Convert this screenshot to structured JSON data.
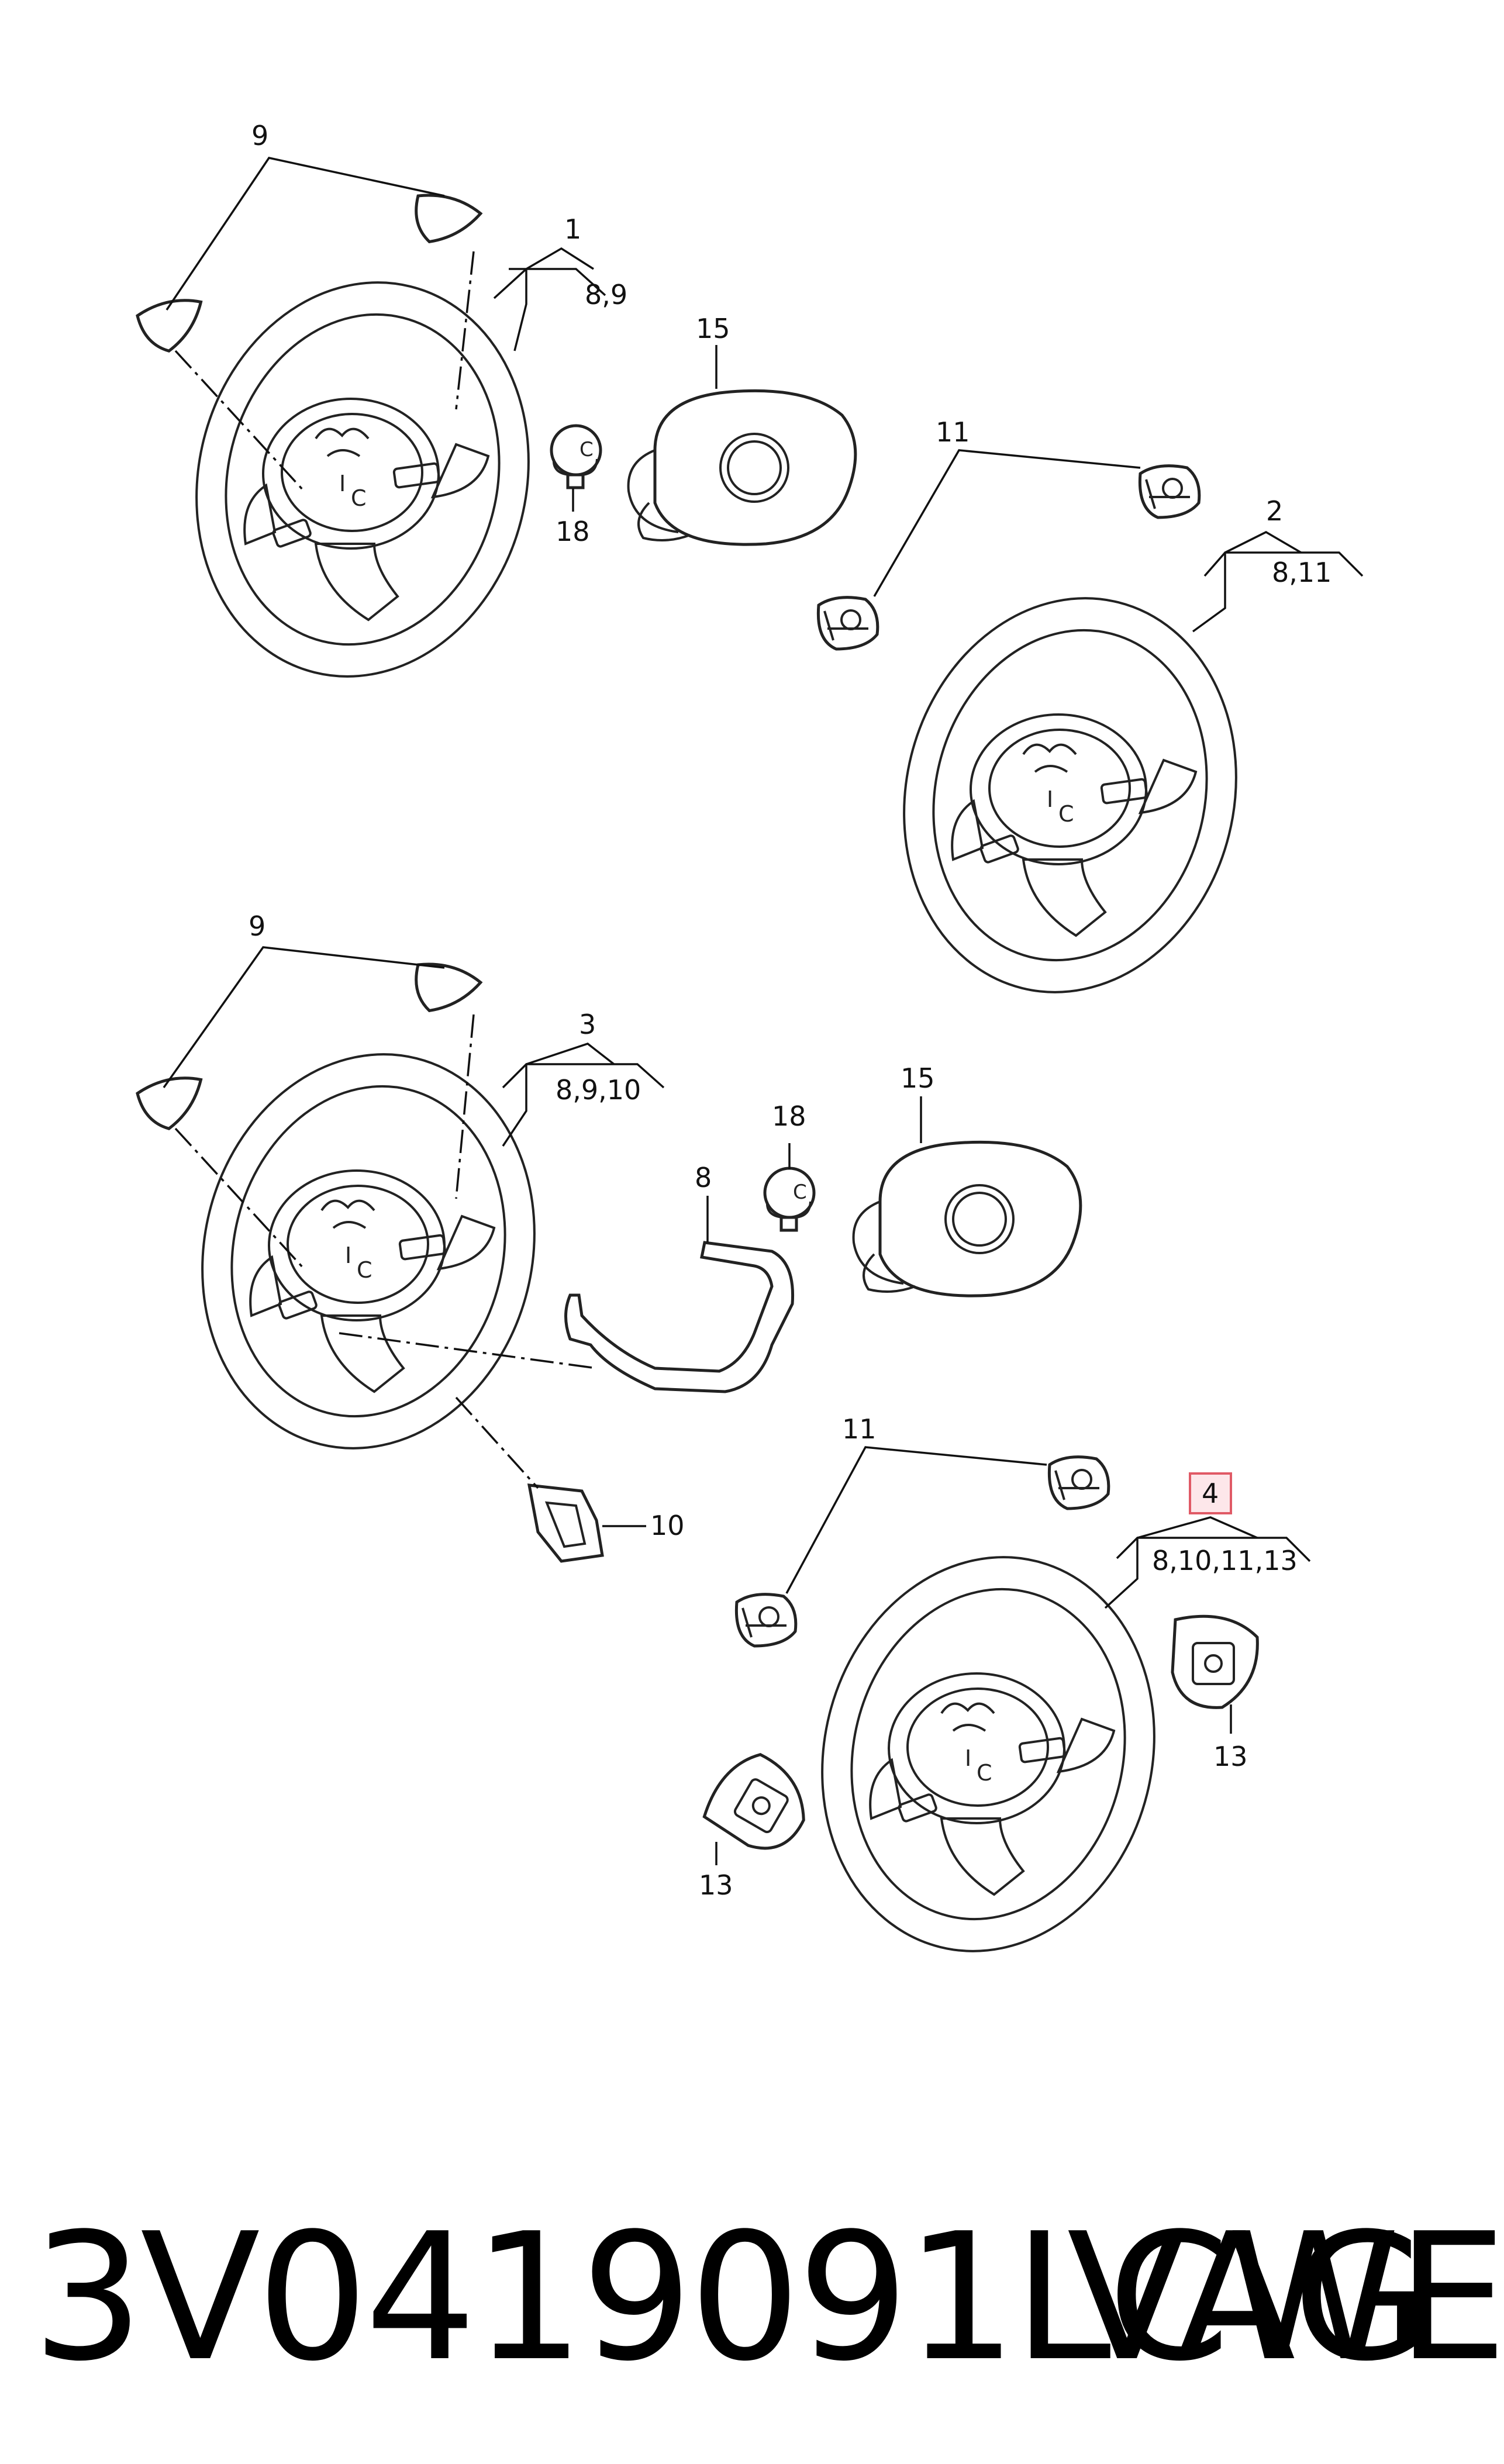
{
  "callouts": {
    "c1": {
      "num": "1",
      "sub": "8,9"
    },
    "c2": {
      "num": "2",
      "sub": "8,11"
    },
    "c3": {
      "num": "3",
      "sub": "8,9,10"
    },
    "c4": {
      "num": "4",
      "sub": "8,10,11,13"
    },
    "c8": "8",
    "c9a": "9",
    "c9b": "9",
    "c10": "10",
    "c11a": "11",
    "c11b": "11",
    "c13a": "13",
    "c13b": "13",
    "c15a": "15",
    "c15b": "15",
    "c18a": "18",
    "c18b": "18"
  },
  "footer": {
    "part_number": "3V0419091LCWE",
    "brand": "VAG"
  },
  "colors": {
    "line": "#111111",
    "highlight_box": "#e05a66"
  }
}
